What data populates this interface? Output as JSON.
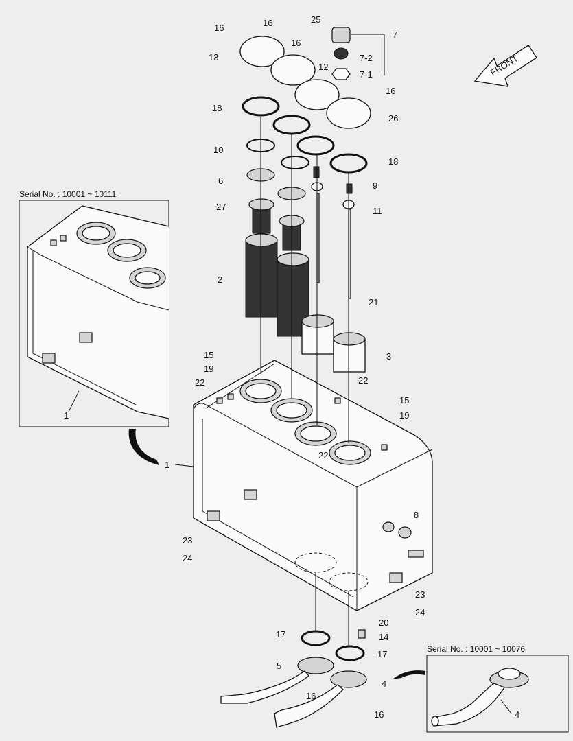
{
  "front_label": "FRONT",
  "inset_left_serial": "Serial No. : 10001 ~ 10111",
  "inset_right_serial": "Serial No. : 10001 ~ 10076",
  "callouts": [
    "16",
    "16",
    "16",
    "25",
    "7",
    "7-2",
    "7-1",
    "13",
    "12",
    "16",
    "26",
    "18",
    "10",
    "6",
    "27",
    "2",
    "18",
    "9",
    "11",
    "21",
    "3",
    "15",
    "19",
    "22",
    "22",
    "15",
    "19",
    "1",
    "22",
    "8",
    "23",
    "24",
    "23",
    "24",
    "20",
    "14",
    "17",
    "17",
    "5",
    "4",
    "16",
    "16",
    "1",
    "4"
  ]
}
